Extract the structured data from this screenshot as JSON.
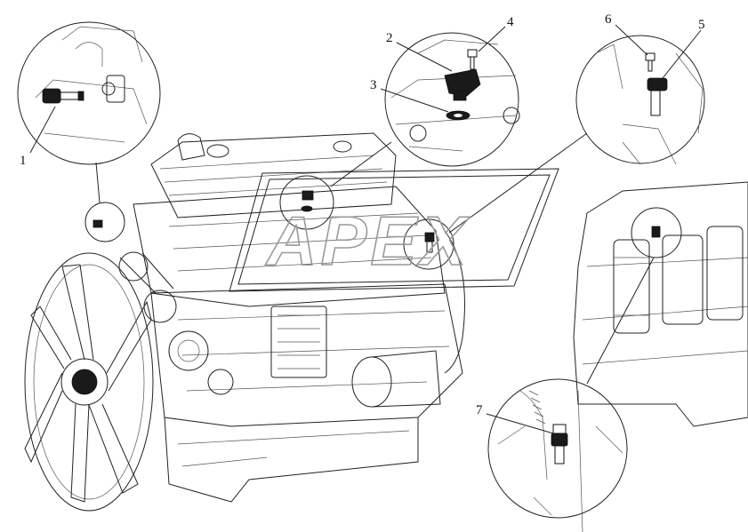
{
  "diagram": {
    "callouts": [
      {
        "id": "1",
        "label": "1"
      },
      {
        "id": "2",
        "label": "2"
      },
      {
        "id": "3",
        "label": "3"
      },
      {
        "id": "4",
        "label": "4"
      },
      {
        "id": "5",
        "label": "5"
      },
      {
        "id": "6",
        "label": "6"
      },
      {
        "id": "7",
        "label": "7"
      }
    ],
    "watermark": "APEX",
    "colors": {
      "line": "#222222",
      "watermark": "#9a9a9a",
      "background": "#ffffff"
    }
  }
}
